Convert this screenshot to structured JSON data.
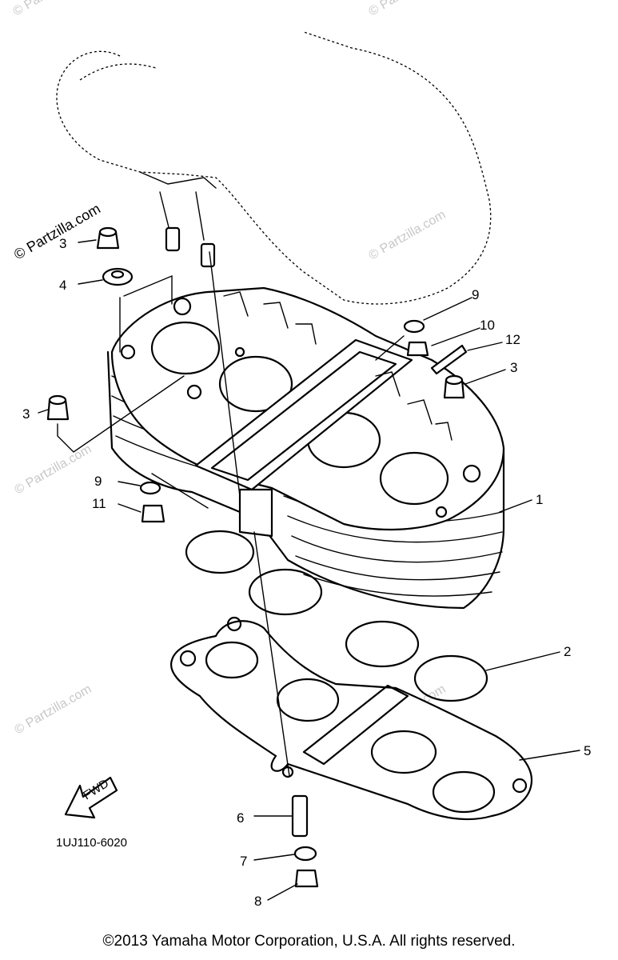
{
  "watermark": "© Partzilla.com",
  "diagram_code": "1UJ110-6020",
  "fwd_label": "FWD",
  "copyright": "©2013 Yamaha Motor Corporation, U.S.A. All rights reserved.",
  "callouts": {
    "c1": "1",
    "c2": "2",
    "c3a": "3",
    "c3b": "3",
    "c3c": "3",
    "c4": "4",
    "c5": "5",
    "c6": "6",
    "c7": "7",
    "c8": "8",
    "c9": "9",
    "c9b": "9",
    "c10": "10",
    "c11": "11",
    "c12": "12"
  }
}
